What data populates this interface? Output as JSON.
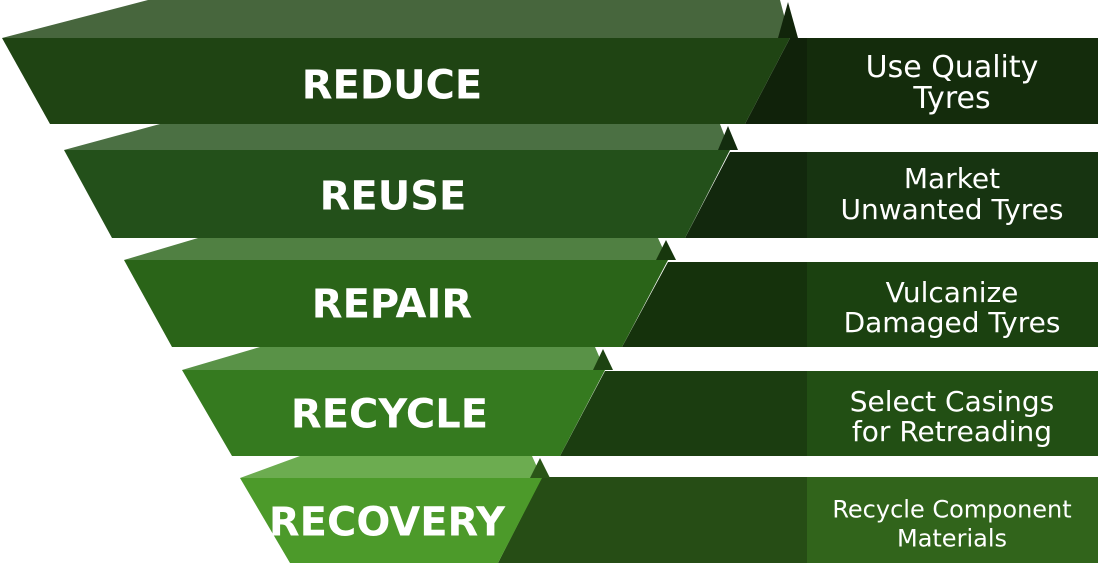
{
  "colors": {
    "reduce": "#1f4413",
    "reuse": "#23501a",
    "repair": "#2a6418",
    "recycle": "#357a1f",
    "recovery": "#4c9a2a"
  },
  "levels": [
    {
      "label": "REDUCE",
      "description": [
        "Use Quality",
        "Tyres"
      ]
    },
    {
      "label": "REUSE",
      "description": [
        "Market",
        "Unwanted Tyres"
      ]
    },
    {
      "label": "REPAIR",
      "description": [
        "Vulcanize",
        "Damaged Tyres"
      ]
    },
    {
      "label": "RECYCLE",
      "description": [
        "Select Casings",
        "for Retreading"
      ]
    },
    {
      "label": "RECOVERY",
      "description": [
        "Recycle Component",
        "Materials"
      ]
    }
  ]
}
